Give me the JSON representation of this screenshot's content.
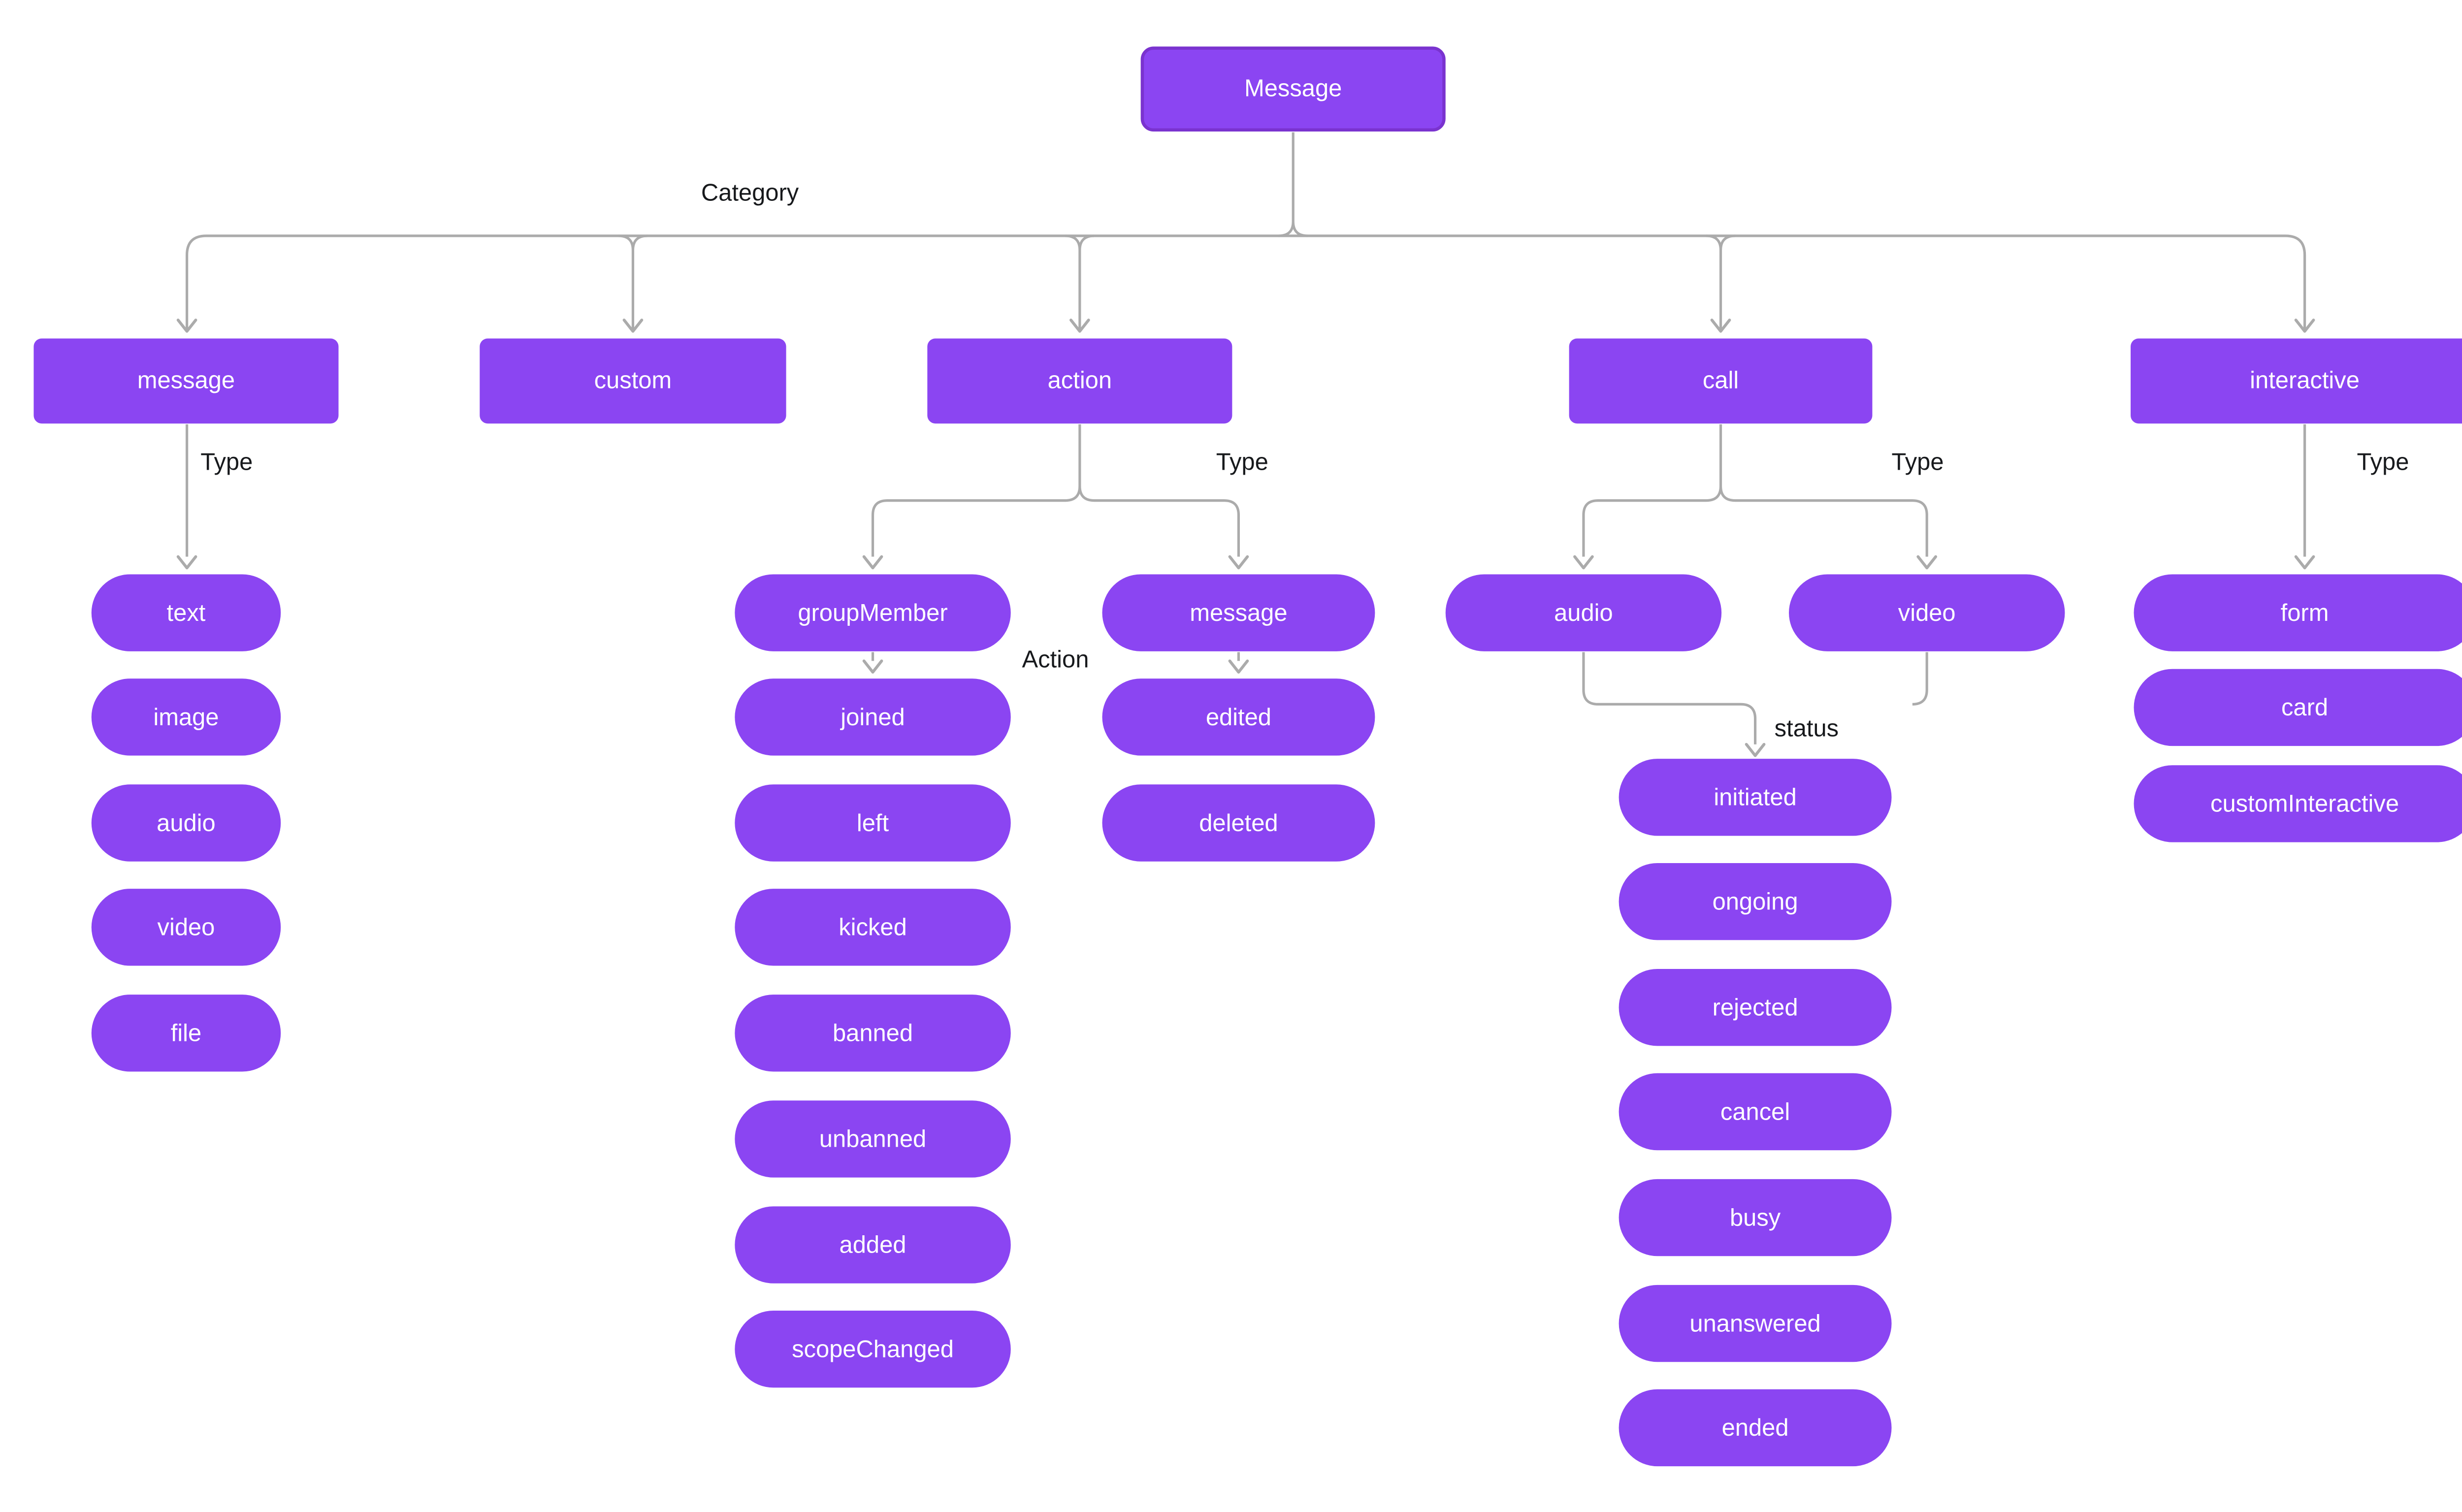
{
  "diagram": {
    "root": {
      "label": "Message"
    },
    "edge_labels": {
      "category": "Category",
      "type": "Type",
      "action": "Action",
      "status": "status"
    },
    "colors": {
      "node_fill": "#8b45f2",
      "root_border": "#7a33cf",
      "connector": "#ababab",
      "label_text": "#17191c",
      "node_text": "#ffffff",
      "background": "#ffffff"
    },
    "categories": [
      {
        "label": "message",
        "types": [
          "text",
          "image",
          "audio",
          "video",
          "file"
        ]
      },
      {
        "label": "custom",
        "types": []
      },
      {
        "label": "action",
        "types": [
          {
            "label": "groupMember",
            "actions": [
              "joined",
              "left",
              "kicked",
              "banned",
              "unbanned",
              "added",
              "scopeChanged"
            ]
          },
          {
            "label": "message",
            "actions": [
              "edited",
              "deleted"
            ]
          }
        ]
      },
      {
        "label": "call",
        "types": [
          "audio",
          "video"
        ],
        "statuses": [
          "initiated",
          "ongoing",
          "rejected",
          "cancel",
          "busy",
          "unanswered",
          "ended"
        ]
      },
      {
        "label": "interactive",
        "types": [
          "form",
          "card",
          "customInteractive"
        ]
      }
    ]
  }
}
